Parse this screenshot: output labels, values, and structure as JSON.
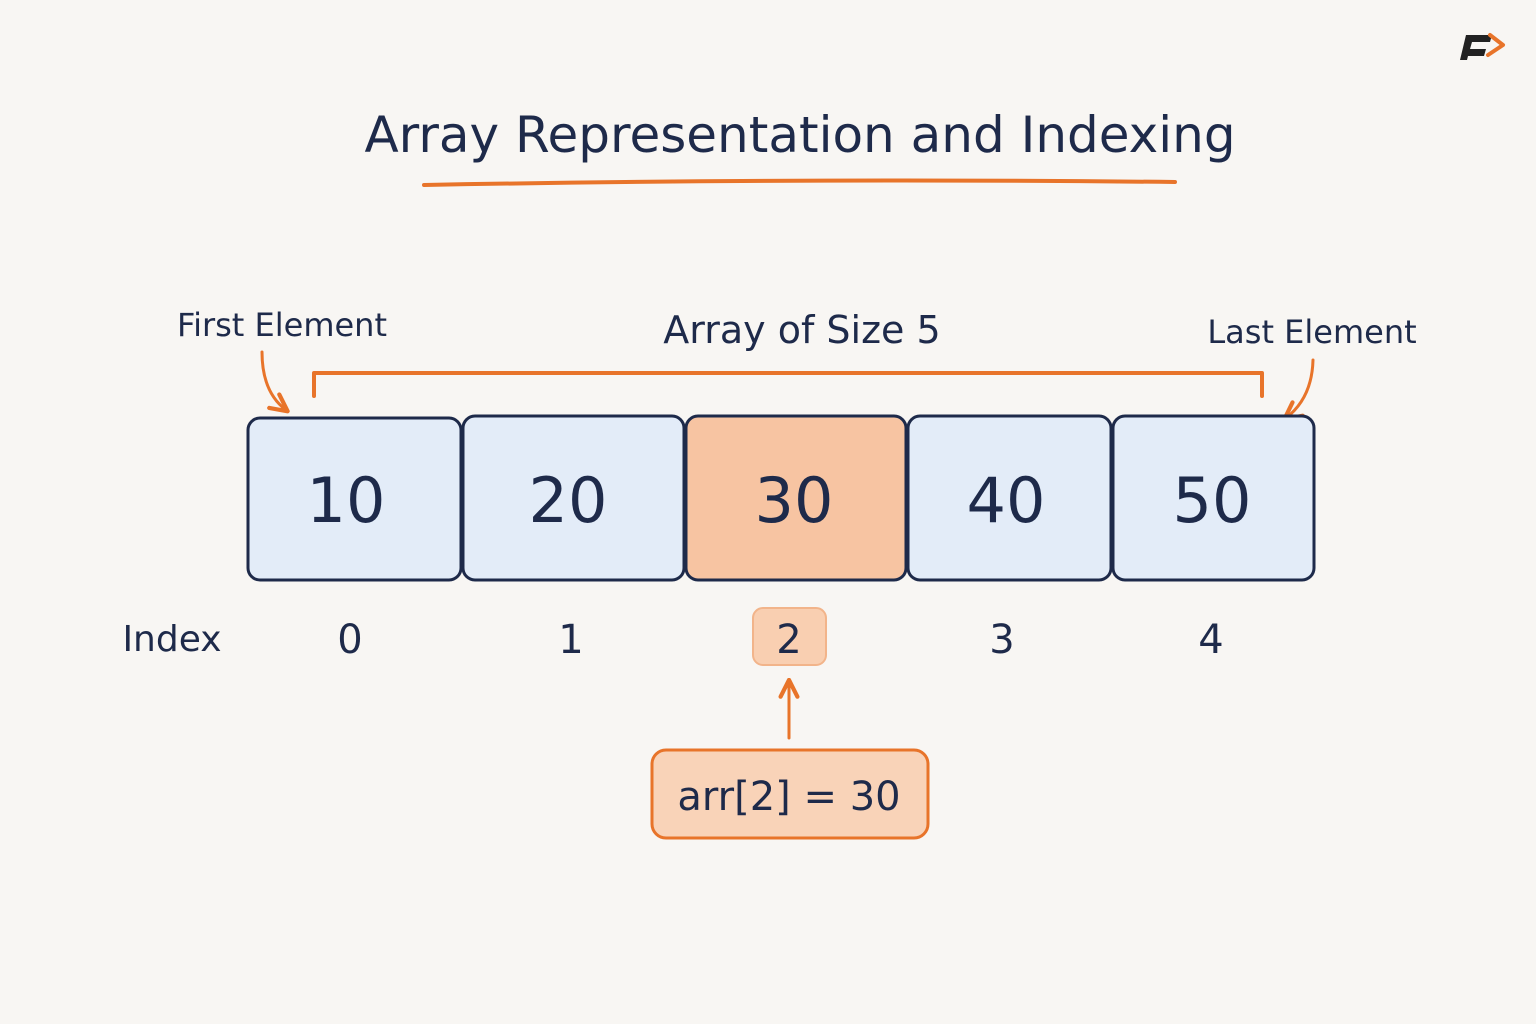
{
  "title": "Array Representation and Indexing",
  "labels": {
    "first_element": "First Element",
    "last_element": "Last Element",
    "array_size": "Array of Size 5",
    "index": "Index"
  },
  "array": {
    "cells": [
      {
        "value": "10",
        "index": "0",
        "highlighted": false
      },
      {
        "value": "20",
        "index": "1",
        "highlighted": false
      },
      {
        "value": "30",
        "index": "2",
        "highlighted": true
      },
      {
        "value": "40",
        "index": "3",
        "highlighted": false
      },
      {
        "value": "50",
        "index": "4",
        "highlighted": false
      }
    ]
  },
  "access_callout": "arr[2] = 30",
  "colors": {
    "background": "#f8f6f3",
    "ink": "#1e2a4a",
    "accent": "#e8742a",
    "cell_fill": "#e3ecf8",
    "highlight_fill": "#f7c4a2",
    "index_highlight_fill": "#f9cfb1"
  },
  "logo_icon": "brand-logo-icon"
}
